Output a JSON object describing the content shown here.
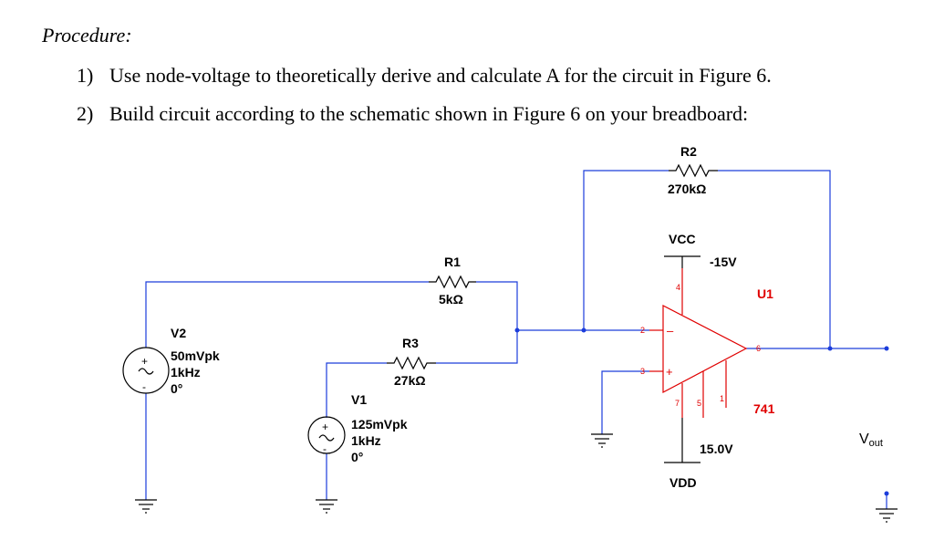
{
  "procedure": {
    "title": "Procedure:",
    "steps": [
      {
        "num": "1)",
        "text": "Use node-voltage to theoretically derive and calculate A for the circuit in Figure 6."
      },
      {
        "num": "2)",
        "text": "Build circuit according to the schematic shown in Figure 6 on your breadboard:"
      }
    ]
  },
  "schematic": {
    "r1": {
      "name": "R1",
      "value": "5kΩ"
    },
    "r2": {
      "name": "R2",
      "value": "270kΩ"
    },
    "r3": {
      "name": "R3",
      "value": "27kΩ"
    },
    "v2": {
      "name": "V2",
      "amp": "50mVpk",
      "freq": "1kHz",
      "phase": "0°"
    },
    "v1": {
      "name": "V1",
      "amp": "125mVpk",
      "freq": "1kHz",
      "phase": "0°"
    },
    "opamp": {
      "ref": "U1",
      "model": "741",
      "pins": {
        "inv": "2",
        "noninv": "3",
        "out": "6",
        "p4": "4",
        "p7": "7",
        "p5": "5",
        "p1": "1"
      }
    },
    "vcc": {
      "name": "VCC",
      "value": "-15V"
    },
    "vdd": {
      "name": "VDD",
      "value": "15.0V"
    },
    "vout": {
      "main": "V",
      "sub": "out"
    },
    "colors": {
      "wire": "#1c3ddb",
      "component": "#e00000",
      "text": "#000000"
    }
  }
}
